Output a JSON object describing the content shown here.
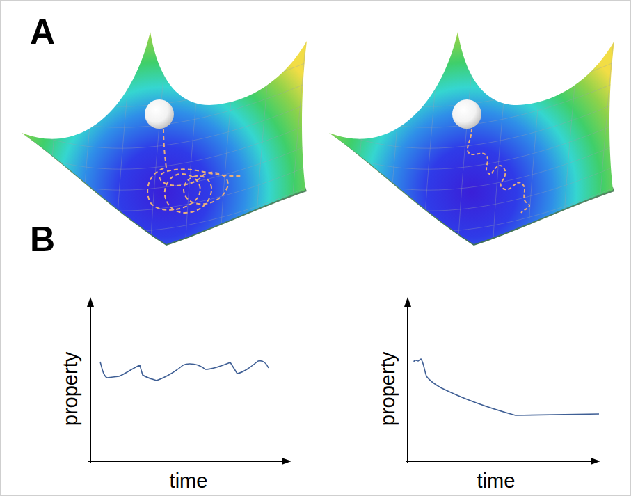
{
  "diagram": {
    "labels": [
      "A",
      "B",
      "property",
      "time",
      "property",
      "time"
    ]
  }
}
